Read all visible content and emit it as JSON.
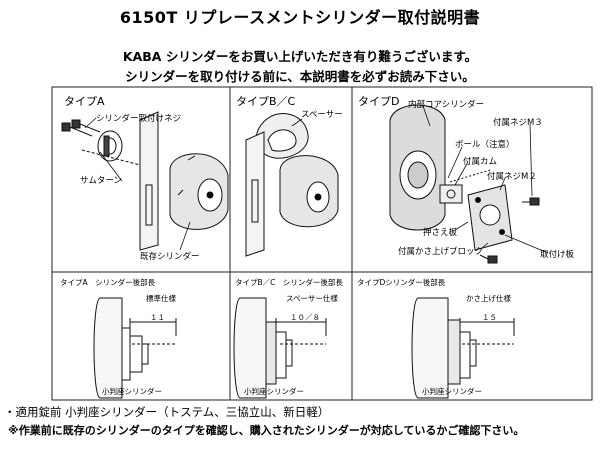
{
  "header": {
    "title": "6150T リプレースメントシリンダー取付説明書",
    "intro_line1": "KABA シリンダーをお買い上げいただき有り難うございます。",
    "intro_line2": "シリンダーを取り付ける前に、本説明書を必ずお読み下さい。"
  },
  "panels": {
    "type_a": {
      "title": "タイプA",
      "label_screw": "シリンダー取付けネジ",
      "label_thumbturn": "サムターン",
      "label_existing": "既存シリンダー"
    },
    "type_bc": {
      "title": "タイプB／C",
      "label_spacer": "スペーサー"
    },
    "type_d": {
      "title": "タイプD",
      "label_inner_core": "内部コアシリンダー",
      "label_screw_m3": "付属ネジM３",
      "label_ball": "ボール（注意）",
      "label_cam": "付属カム",
      "label_screw_m2": "付属ネジM２",
      "label_press_plate": "押さえ板",
      "label_lift_block": "付属かさ上げブロック",
      "label_mount_plate": "取付け板"
    }
  },
  "length_panels": {
    "a": {
      "title": "タイプA　シリンダー後部長",
      "spec": "標準仕様",
      "dim": "１１",
      "cyl": "小判座シリンダー"
    },
    "bc": {
      "title": "タイプB／C　シリンダー後部長",
      "spec": "スペーサー仕様",
      "dim": "１０／８",
      "cyl": "小判座シリンダー"
    },
    "d": {
      "title": "タイプDシリンダー後部長",
      "spec": "かさ上げ仕様",
      "dim": "１５",
      "cyl": "小判座シリンダー"
    }
  },
  "footer": {
    "line1": "・適用錠前 小判座シリンダー（トステム、三協立山、新日軽）",
    "line2": "※作業前に既存のシリンダーのタイプを確認し、購入されたシリンダーが対応しているかご確認下さい。"
  }
}
